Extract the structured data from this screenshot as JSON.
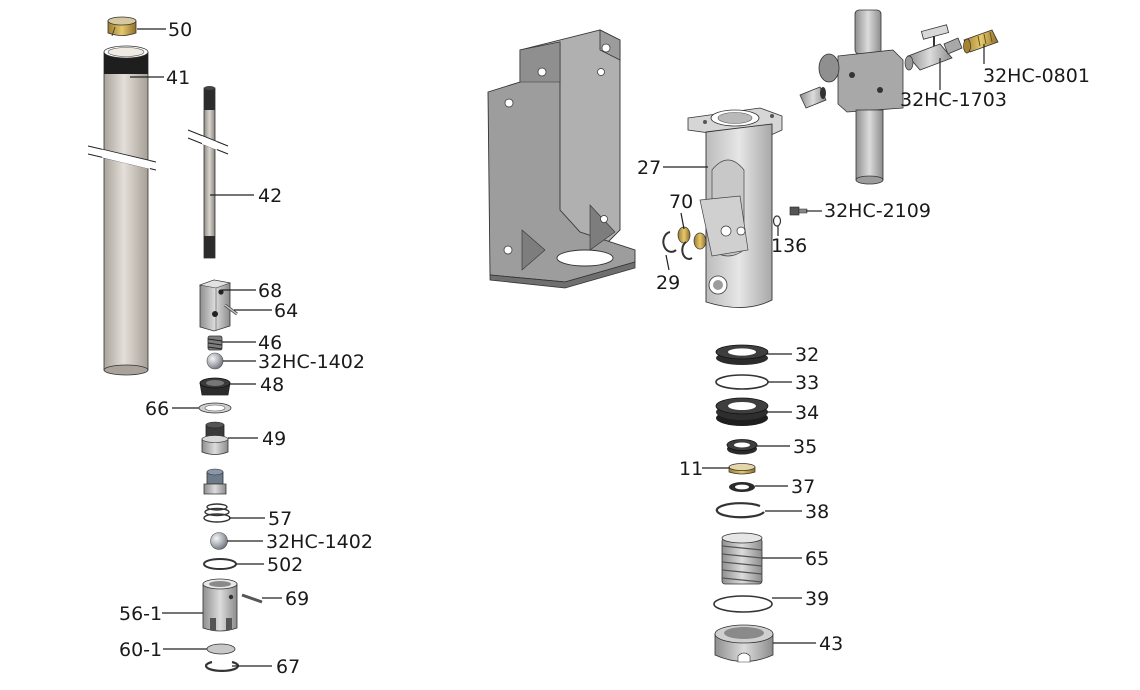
{
  "diagram": {
    "labels": {
      "p50": "50",
      "p41": "41",
      "p42": "42",
      "p68": "68",
      "p64": "64",
      "p46": "46",
      "p1402a": "32HC-1402",
      "p48": "48",
      "p66": "66",
      "p49": "49",
      "p57": "57",
      "p1402b": "32HC-1402",
      "p502": "502",
      "p69": "69",
      "p56": "56-1",
      "p60": "60-1",
      "p67": "67",
      "p27": "27",
      "p70": "70",
      "p29": "29",
      "p136": "136",
      "p2109": "32HC-2109",
      "p1703": "32HC-1703",
      "p0801": "32HC-0801",
      "p32": "32",
      "p33": "33",
      "p34": "34",
      "p35": "35",
      "p11": "11",
      "p37": "37",
      "p38": "38",
      "p65": "65",
      "p39": "39",
      "p43": "43"
    },
    "colors": {
      "metal": "#c9c4bc",
      "steel": "#b8b8b8",
      "bracket": "#9a9a9a",
      "black": "#2a2a2a",
      "brass": "#c9a54a"
    }
  }
}
